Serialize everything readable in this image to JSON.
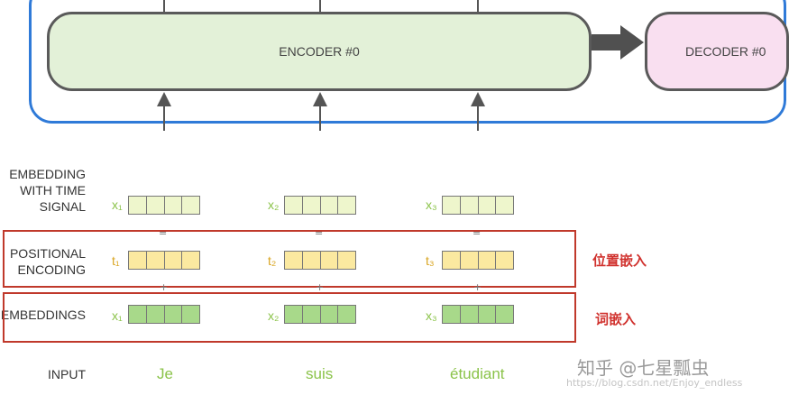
{
  "encoder": {
    "label": "ENCODER #0"
  },
  "decoder": {
    "label": "DECODER #0"
  },
  "rows": {
    "embedding_time_signal": {
      "line1": "EMBEDDING",
      "line2": "WITH TIME",
      "line3": "SIGNAL"
    },
    "positional_encoding": {
      "line1": "POSITIONAL",
      "line2": "ENCODING"
    },
    "embeddings": {
      "label": "EMBEDDINGS"
    },
    "input": {
      "label": "INPUT"
    }
  },
  "symbols": {
    "x1": "x₁",
    "x2": "x₂",
    "x3": "x₃",
    "t1": "t₁",
    "t2": "t₂",
    "t3": "t₃",
    "eq": "=",
    "plus": "+"
  },
  "words": [
    "Je",
    "suis",
    "étudiant"
  ],
  "annotations": {
    "positional": "位置嵌入",
    "word": "词嵌入"
  },
  "watermark": {
    "main": "知乎 @七星瓢虫",
    "sub": "https://blog.csdn.net/Enjoy_endless"
  },
  "colors": {
    "encoder_fill": "#e3f1d8",
    "decoder_fill": "#f9dff0",
    "frame_border": "#2f7ad8",
    "time_signal_cell": "#eef6cc",
    "positional_cell": "#fbe9a0",
    "embedding_cell": "#a8d98a",
    "x_symbol": "#8bc34a",
    "t_symbol": "#d9a521",
    "annotation_red": "#d0312d"
  }
}
